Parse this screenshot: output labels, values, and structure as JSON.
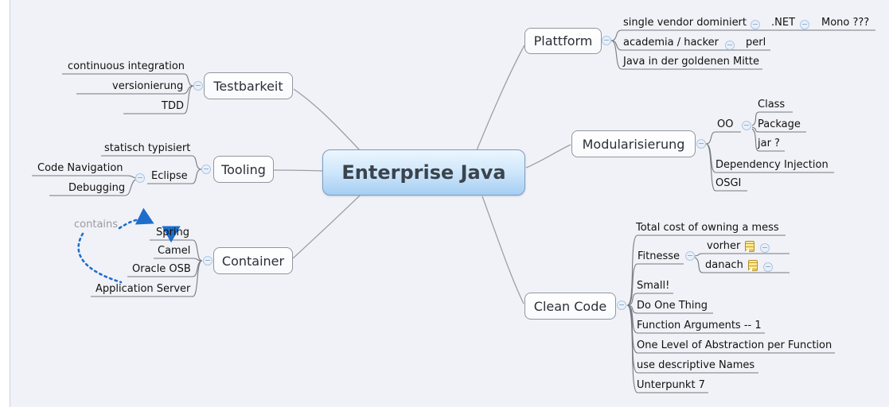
{
  "window": {
    "background": "#f1f2f7"
  },
  "palette": {
    "canvas": "#f1f2f7",
    "topic_border": "#8f96a0",
    "central_fill_top": "#ecf6fe",
    "central_fill_bottom": "#a5cef2",
    "connector_gray": "#9aa0a8",
    "branch_line": "#74797f",
    "relationship_blue": "#1e6ecc",
    "note_icon_yellow": "#f7df74",
    "collapse_icon_blue": "#aec6e2"
  },
  "mindmap": {
    "central": {
      "label": "Enterprise Java"
    },
    "branches": [
      {
        "label": "Plattform",
        "children": [
          {
            "label": "single vendor dominiert",
            "children": [
              {
                "label": ".NET",
                "children": [
                  {
                    "label": "Mono ???"
                  }
                ]
              }
            ]
          },
          {
            "label": "academia / hacker",
            "children": [
              {
                "label": "perl"
              }
            ]
          },
          {
            "label": "Java in der goldenen Mitte"
          }
        ]
      },
      {
        "label": "Modularisierung",
        "children": [
          {
            "label": "OO",
            "children": [
              {
                "label": "Class"
              },
              {
                "label": "Package"
              },
              {
                "label": "jar ?"
              }
            ]
          },
          {
            "label": "Dependency Injection"
          },
          {
            "label": "OSGI"
          }
        ]
      },
      {
        "label": "Testbarkeit",
        "children": [
          {
            "label": "continuous integration"
          },
          {
            "label": "versionierung"
          },
          {
            "label": "TDD"
          }
        ]
      },
      {
        "label": "Tooling",
        "children": [
          {
            "label": "statisch typisiert"
          },
          {
            "label": "Eclipse",
            "children": [
              {
                "label": "Code Navigation"
              },
              {
                "label": "Debugging"
              }
            ]
          }
        ]
      },
      {
        "label": "Container",
        "children": [
          {
            "label": "Spring"
          },
          {
            "label": "Camel"
          },
          {
            "label": "Oracle OSB"
          },
          {
            "label": "Application Server"
          }
        ]
      },
      {
        "label": "Clean Code",
        "children": [
          {
            "label": "Total cost of owning a mess"
          },
          {
            "label": "Fitnesse",
            "children": [
              {
                "label": "vorher",
                "has_note": true
              },
              {
                "label": "danach",
                "has_note": true
              }
            ]
          },
          {
            "label": "Small!"
          },
          {
            "label": "Do One Thing"
          },
          {
            "label": "Function Arguments -- 1"
          },
          {
            "label": "One Level of Abstraction per Function"
          },
          {
            "label": "use descriptive Names"
          },
          {
            "label": "Unterpunkt 7"
          }
        ]
      }
    ],
    "relationship": {
      "label": "contains"
    }
  }
}
